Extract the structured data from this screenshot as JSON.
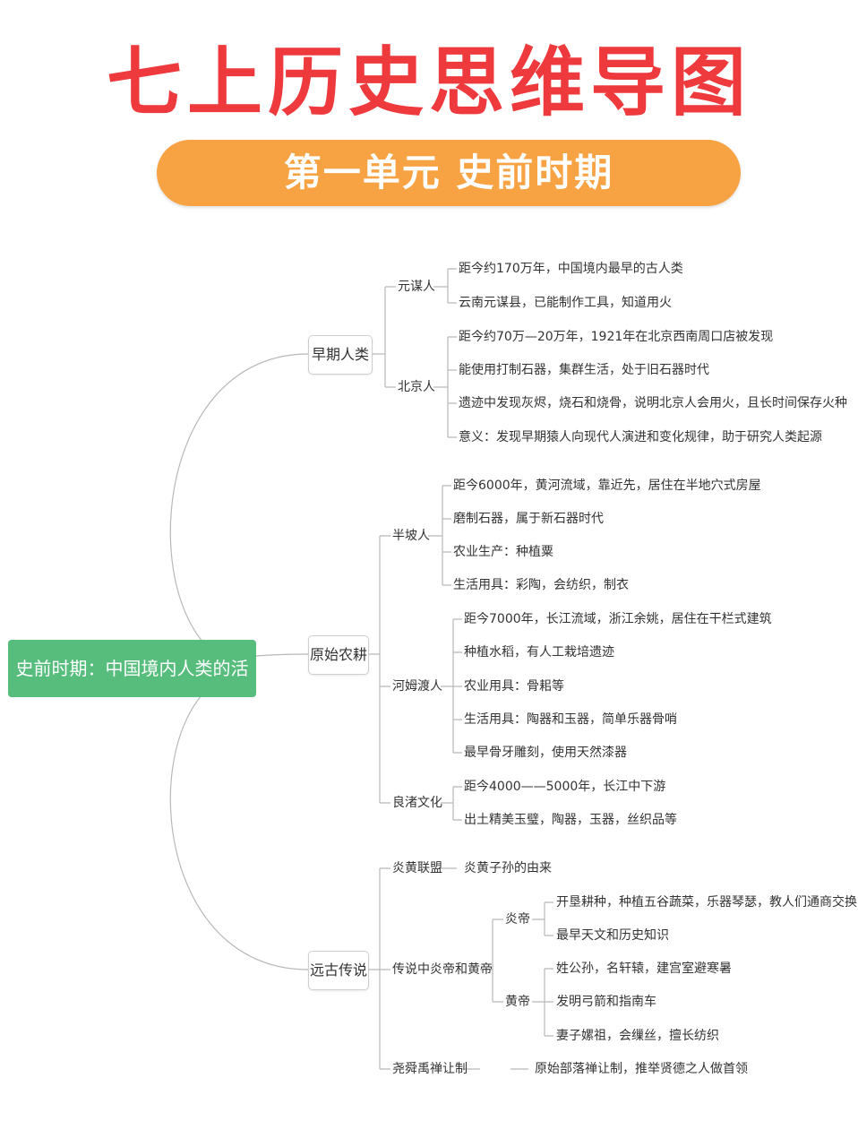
{
  "title": "七上历史思维导图",
  "unit": "第一单元 史前时期",
  "root": "史前时期：中国境内人类的活动",
  "branches": {
    "early": {
      "label": "早期人类",
      "yuanmou": {
        "label": "元谋人",
        "items": [
          "距今约170万年，中国境内最早的古人类",
          "云南元谋县，已能制作工具，知道用火"
        ]
      },
      "beijing": {
        "label": "北京人",
        "items": [
          "距今约70万—20万年，1921年在北京西南周口店被发现",
          "能使用打制石器，集群生活，处于旧石器时代",
          "遗迹中发现灰烬，烧石和烧骨，说明北京人会用火，且长时间保存火种",
          "意义：发现早期猿人向现代人演进和变化规律，助于研究人类起源"
        ]
      }
    },
    "farming": {
      "label": "原始农耕",
      "banpo": {
        "label": "半坡人",
        "items": [
          "距今6000年，黄河流域，靠近先，居住在半地穴式房屋",
          "磨制石器，属于新石器时代",
          "农业生产：种植粟",
          "生活用具：彩陶，会纺织，制衣"
        ]
      },
      "hemudu": {
        "label": "河姆渡人",
        "items": [
          "距今7000年，长江流域，浙江余姚，居住在干栏式建筑",
          "种植水稻，有人工栽培遗迹",
          "农业用具：骨耜等",
          "生活用具：陶器和玉器，简单乐器骨哨",
          "最早骨牙雕刻，使用天然漆器"
        ]
      },
      "liangzhu": {
        "label": "良渚文化",
        "items": [
          "距今4000——5000年，长江中下游",
          "出土精美玉璧，陶器，玉器，丝织品等"
        ]
      }
    },
    "legend": {
      "label": "远古传说",
      "yanhuang_alliance": {
        "label": "炎黄联盟",
        "item": "炎黄子孙的由来"
      },
      "emperors": {
        "label": "传说中炎帝和黄帝",
        "yandi": {
          "label": "炎帝",
          "items": [
            "开垦耕种，种植五谷蔬菜，乐器琴瑟，教人们通商交换",
            "最早天文和历史知识"
          ]
        },
        "huangdi": {
          "label": "黄帝",
          "items": [
            "姓公孙，名轩辕，建宫室避寒暑",
            "发明弓箭和指南车",
            "妻子嫘祖，会缫丝，擅长纺织"
          ]
        }
      },
      "abdication": {
        "label": "尧舜禹禅让制",
        "item": "原始部落禅让制，推举贤德之人做首领"
      }
    }
  },
  "colors": {
    "title": "#ee3a3d",
    "banner": "#f7a243",
    "root": "#56bd7d",
    "line": "#b8b8b8"
  }
}
